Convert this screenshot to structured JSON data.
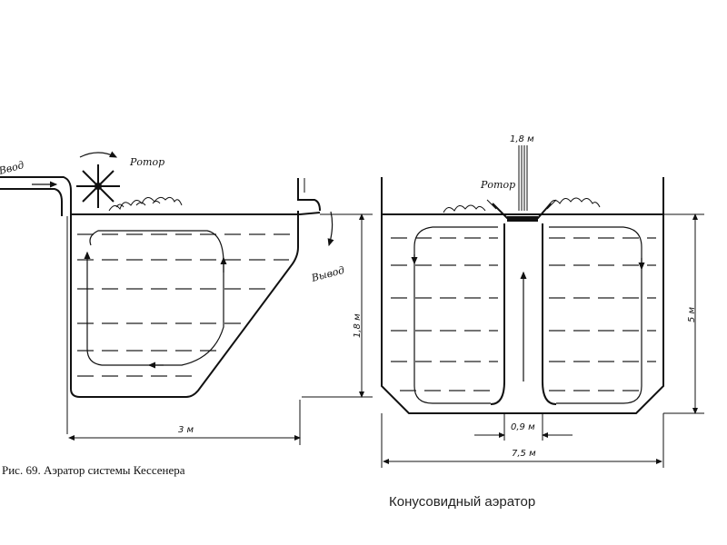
{
  "left_figure": {
    "inlet_label": "Ввод",
    "rotor_label": "Ротор",
    "outlet_label": "Вывод",
    "depth_label": "1,8 м",
    "width_label": "3 м",
    "caption": "Рис. 69. Аэратор системы Кессенера"
  },
  "right_figure": {
    "shaft_label": "1,8 м",
    "rotor_label": "Ротор",
    "depth_label": "5 м",
    "cone_width_label": "0,9 м",
    "width_label": "7,5 м"
  },
  "caption": "Конусовидный аэратор"
}
